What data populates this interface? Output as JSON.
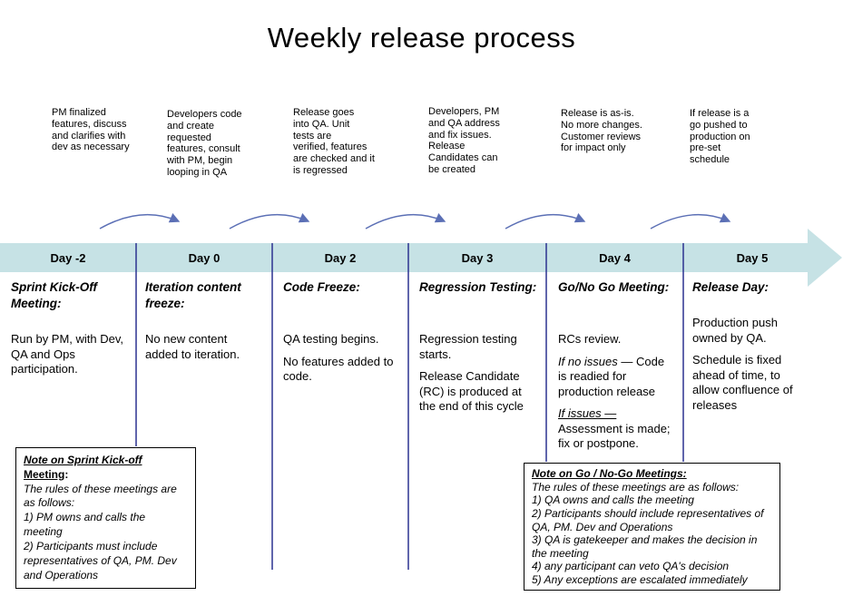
{
  "title": "Weekly release process",
  "top_notes": [
    {
      "text": "PM finalized\nfeatures, discuss\nand clarifies with\ndev as necessary"
    },
    {
      "text": "Developers code\nand create\nrequested\nfeatures, consult\nwith PM, begin\nlooping in QA"
    },
    {
      "text": "Release goes\ninto QA. Unit\ntests are\nverified, features\nare checked and it\nis regressed"
    },
    {
      "text": "Developers, PM\nand QA address\nand fix issues.\nRelease\nCandidates can\nbe created"
    },
    {
      "text": "Release is as-is.\nNo more changes.\nCustomer reviews\nfor impact only"
    },
    {
      "text": "If release is a\ngo pushed to\nproduction on\npre-set\nschedule"
    }
  ],
  "timeline": {
    "days": [
      "Day -2",
      "Day 0",
      "Day 2",
      "Day 3",
      "Day 4",
      "Day 5"
    ],
    "bar_color": "#c6e2e5",
    "divider_color": "#2b3290",
    "arrow_color": "#5b6fb5"
  },
  "columns": [
    {
      "header": "Sprint Kick-Off\nMeeting:",
      "paragraphs": [
        "Run by PM, with Dev,\nQA and Ops\nparticipation."
      ]
    },
    {
      "header": "Iteration content\nfreeze:",
      "paragraphs": [
        "No new content\nadded to iteration."
      ]
    },
    {
      "header": "Code Freeze:",
      "paragraphs": [
        "QA testing begins.",
        "No features added to\ncode."
      ]
    },
    {
      "header": "Regression Testing:",
      "paragraphs": [
        "Regression testing\nstarts.",
        "Release Candidate\n(RC) is produced at\nthe end of this cycle"
      ]
    },
    {
      "header": "Go/No Go Meeting:",
      "paragraphs": [
        "RCs review."
      ],
      "if_no_issues": {
        "prefix": "If no issues",
        "rest": " — Code\nis readied for\nproduction release"
      },
      "if_issues": {
        "label": "If issues —",
        "rest": "\nAssessment is made;\nfix or postpone."
      }
    },
    {
      "header": "Release Day:",
      "paragraphs": [
        "Production push\nowned by QA.",
        "Schedule is fixed\nahead of time, to\nallow confluence of\nreleases"
      ]
    }
  ],
  "notes": {
    "left": {
      "title_line1": "Note on Sprint Kick-off",
      "title_line2": "Meeting",
      "title_colon": ":",
      "body": "The rules of these meetings are\nas follows:\n1) PM owns and calls the\nmeeting\n2) Participants must include\nrepresentatives of QA, PM. Dev\nand Operations"
    },
    "right": {
      "title": "Note on Go / No-Go Meetings:",
      "body": "The rules of these meetings are as follows:\n1) QA owns and calls the meeting\n2) Participants should include representatives of\nQA, PM. Dev and Operations\n3) QA is gatekeeper and makes the decision in\nthe meeting\n4) any participant can veto QA's decision\n5) Any exceptions are escalated immediately"
    }
  }
}
